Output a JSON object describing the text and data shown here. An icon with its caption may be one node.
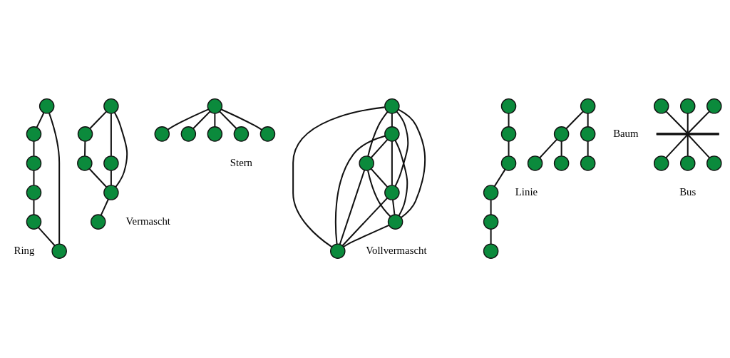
{
  "diagram": {
    "nodes": [
      {
        "text": [],
        "shape": "circle"
      },
      {
        "text": [],
        "shape": "circle"
      },
      {
        "text": [],
        "shape": "circle"
      },
      {
        "text": [],
        "shape": "circle"
      },
      {
        "text": [],
        "shape": "circle"
      },
      {
        "text": [],
        "shape": "circle"
      },
      {
        "text": [],
        "shape": "circle"
      },
      {
        "text": [],
        "shape": "circle"
      },
      {
        "text": [],
        "shape": "circle"
      },
      {
        "text": [],
        "shape": "circle"
      },
      {
        "text": [],
        "shape": "circle"
      },
      {
        "text": [],
        "shape": "circle"
      },
      {
        "text": [],
        "shape": "circle"
      },
      {
        "text": [],
        "shape": "circle"
      },
      {
        "text": [],
        "shape": "circle"
      },
      {
        "text": [],
        "shape": "circle"
      },
      {
        "text": [],
        "shape": "circle"
      },
      {
        "text": [],
        "shape": "circle"
      },
      {
        "text": [],
        "shape": "circle"
      },
      {
        "text": [],
        "shape": "circle"
      },
      {
        "text": [],
        "shape": "circle"
      },
      {
        "text": [],
        "shape": "circle"
      },
      {
        "text": [],
        "shape": "circle"
      },
      {
        "text": [],
        "shape": "circle"
      },
      {
        "text": [],
        "shape": "circle"
      },
      {
        "text": [],
        "shape": "circle"
      },
      {
        "text": [],
        "shape": "circle"
      },
      {
        "text": [],
        "shape": "circle"
      },
      {
        "text": [],
        "shape": "circle"
      },
      {
        "text": [],
        "shape": "circle"
      },
      {
        "text": [],
        "shape": "circle"
      },
      {
        "text": [],
        "shape": "circle"
      },
      {
        "text": [],
        "shape": "circle"
      },
      {
        "text": [],
        "shape": "circle"
      },
      {
        "text": [],
        "shape": "circle"
      },
      {
        "text": [],
        "shape": "circle"
      },
      {
        "text": [],
        "shape": "circle"
      },
      {
        "text": [],
        "shape": "circle"
      },
      {
        "text": [],
        "shape": "circle"
      },
      {
        "text": [],
        "shape": "bar"
      },
      {
        "text": [],
        "shape": "circle"
      },
      {
        "text": [],
        "shape": "circle"
      },
      {
        "text": [],
        "shape": "circle"
      }
    ],
    "edges": [
      {
        "from": 0,
        "to": 1,
        "arrow": "none"
      },
      {
        "from": 1,
        "to": 2,
        "arrow": "none"
      },
      {
        "from": 2,
        "to": 3,
        "arrow": "none"
      },
      {
        "from": 3,
        "to": 4,
        "arrow": "none"
      },
      {
        "from": 4,
        "to": 5,
        "arrow": "none"
      },
      {
        "from": 5,
        "to": 0,
        "arrow": "none"
      },
      {
        "from": 6,
        "to": 7,
        "arrow": "none"
      },
      {
        "from": 6,
        "to": 8,
        "arrow": "none"
      },
      {
        "from": 6,
        "to": 10,
        "arrow": "none"
      },
      {
        "from": 7,
        "to": 9,
        "arrow": "none"
      },
      {
        "from": 8,
        "to": 10,
        "arrow": "none"
      },
      {
        "from": 9,
        "to": 10,
        "arrow": "none"
      },
      {
        "from": 10,
        "to": 11,
        "arrow": "none"
      },
      {
        "from": 14,
        "to": 12,
        "arrow": "none"
      },
      {
        "from": 14,
        "to": 13,
        "arrow": "none"
      },
      {
        "from": 14,
        "to": 15,
        "arrow": "none"
      },
      {
        "from": 14,
        "to": 16,
        "arrow": "none"
      },
      {
        "from": 14,
        "to": 17,
        "arrow": "none"
      },
      {
        "from": 18,
        "to": 19,
        "arrow": "none"
      },
      {
        "from": 18,
        "to": 20,
        "arrow": "none"
      },
      {
        "from": 18,
        "to": 21,
        "arrow": "none"
      },
      {
        "from": 18,
        "to": 22,
        "arrow": "none"
      },
      {
        "from": 18,
        "to": 23,
        "arrow": "none"
      },
      {
        "from": 19,
        "to": 20,
        "arrow": "none"
      },
      {
        "from": 19,
        "to": 21,
        "arrow": "none"
      },
      {
        "from": 19,
        "to": 22,
        "arrow": "none"
      },
      {
        "from": 19,
        "to": 23,
        "arrow": "none"
      },
      {
        "from": 20,
        "to": 21,
        "arrow": "none"
      },
      {
        "from": 20,
        "to": 22,
        "arrow": "none"
      },
      {
        "from": 20,
        "to": 23,
        "arrow": "none"
      },
      {
        "from": 21,
        "to": 22,
        "arrow": "none"
      },
      {
        "from": 21,
        "to": 23,
        "arrow": "none"
      },
      {
        "from": 22,
        "to": 23,
        "arrow": "none"
      },
      {
        "from": 24,
        "to": 25,
        "arrow": "none"
      },
      {
        "from": 25,
        "to": 26,
        "arrow": "none"
      },
      {
        "from": 26,
        "to": 27,
        "arrow": "none"
      },
      {
        "from": 27,
        "to": 28,
        "arrow": "none"
      },
      {
        "from": 28,
        "to": 29,
        "arrow": "none"
      },
      {
        "from": 33,
        "to": 30,
        "arrow": "none"
      },
      {
        "from": 33,
        "to": 31,
        "arrow": "none"
      },
      {
        "from": 34,
        "to": 32,
        "arrow": "none"
      },
      {
        "from": 35,
        "to": 33,
        "arrow": "none"
      },
      {
        "from": 35,
        "to": 34,
        "arrow": "none"
      },
      {
        "from": 36,
        "to": 39,
        "arrow": "none"
      },
      {
        "from": 37,
        "to": 39,
        "arrow": "none"
      },
      {
        "from": 38,
        "to": 39,
        "arrow": "none"
      },
      {
        "from": 39,
        "to": 40,
        "arrow": "none"
      },
      {
        "from": 39,
        "to": 41,
        "arrow": "none"
      },
      {
        "from": 39,
        "to": 42,
        "arrow": "none"
      }
    ],
    "labels": [
      "Ring",
      "Vermascht",
      "Stern",
      "Vollvermascht",
      "Linie",
      "Baum",
      "Bus"
    ]
  }
}
